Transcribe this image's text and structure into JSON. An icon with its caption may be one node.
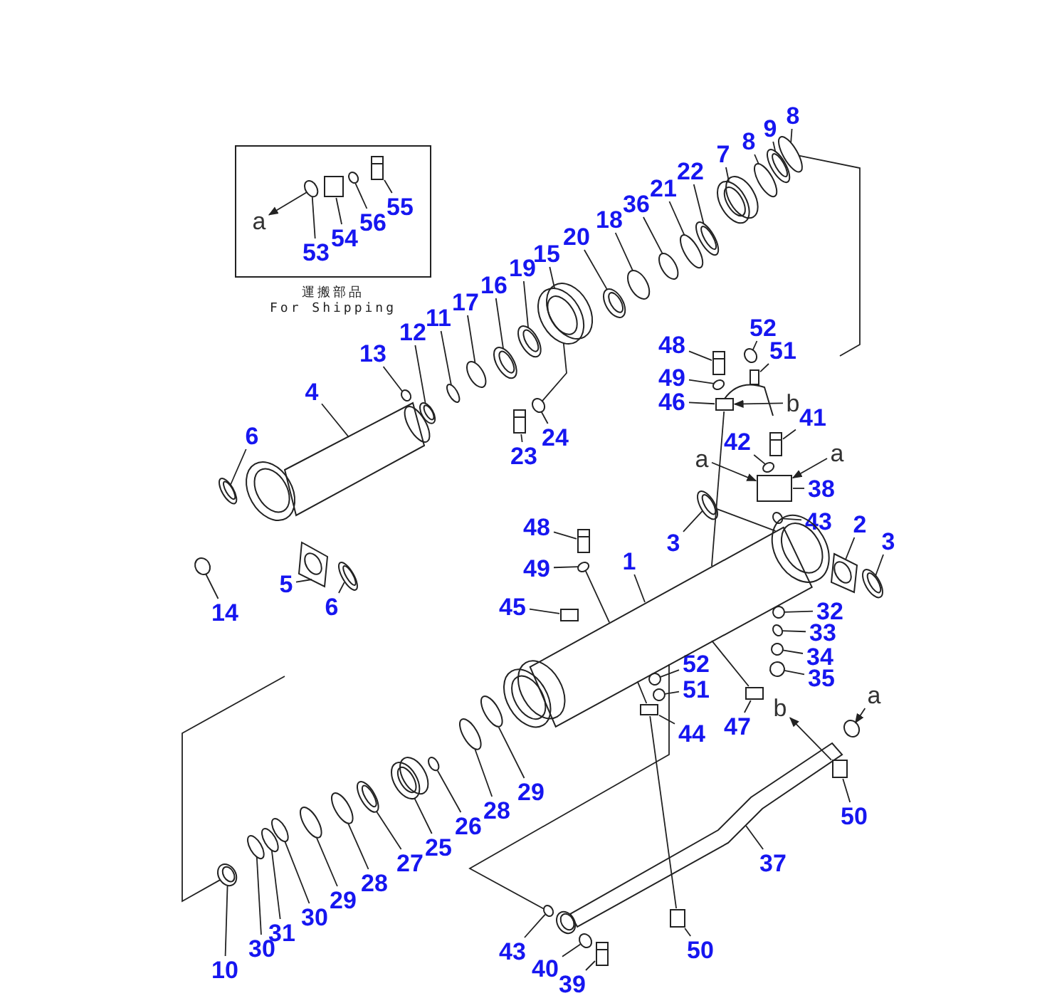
{
  "diagram": {
    "nodes": [
      {
        "text": [
          "運搬部品",
          "For Shipping"
        ]
      },
      {
        "text": [
          "a"
        ],
        "in": 0
      },
      {
        "text": [
          "53"
        ],
        "in": 0
      },
      {
        "text": [
          "54"
        ],
        "in": 0
      },
      {
        "text": [
          "56"
        ],
        "in": 0
      },
      {
        "text": [
          "55"
        ],
        "in": 0
      },
      {
        "text": [
          "8"
        ]
      },
      {
        "text": [
          "9"
        ]
      },
      {
        "text": [
          "8"
        ]
      },
      {
        "text": [
          "7"
        ]
      },
      {
        "text": [
          "22"
        ]
      },
      {
        "text": [
          "21"
        ]
      },
      {
        "text": [
          "36"
        ]
      },
      {
        "text": [
          "18"
        ]
      },
      {
        "text": [
          "20"
        ]
      },
      {
        "text": [
          "15"
        ]
      },
      {
        "text": [
          "19"
        ]
      },
      {
        "text": [
          "16"
        ]
      },
      {
        "text": [
          "17"
        ]
      },
      {
        "text": [
          "11"
        ]
      },
      {
        "text": [
          "12"
        ]
      },
      {
        "text": [
          "13"
        ]
      },
      {
        "text": [
          "4"
        ]
      },
      {
        "text": [
          "6"
        ]
      },
      {
        "text": [
          "14"
        ]
      },
      {
        "text": [
          "5"
        ]
      },
      {
        "text": [
          "6"
        ]
      },
      {
        "text": [
          "23"
        ]
      },
      {
        "text": [
          "24"
        ]
      },
      {
        "text": [
          "48"
        ]
      },
      {
        "text": [
          "52"
        ]
      },
      {
        "text": [
          "49"
        ]
      },
      {
        "text": [
          "51"
        ]
      },
      {
        "text": [
          "46"
        ]
      },
      {
        "text": [
          "b"
        ]
      },
      {
        "text": [
          "41"
        ]
      },
      {
        "text": [
          "42"
        ]
      },
      {
        "text": [
          "a"
        ]
      },
      {
        "text": [
          "a"
        ]
      },
      {
        "text": [
          "38"
        ]
      },
      {
        "text": [
          "43"
        ]
      },
      {
        "text": [
          "3"
        ]
      },
      {
        "text": [
          "2"
        ]
      },
      {
        "text": [
          "3"
        ]
      },
      {
        "text": [
          "48"
        ]
      },
      {
        "text": [
          "49"
        ]
      },
      {
        "text": [
          "1"
        ]
      },
      {
        "text": [
          "45"
        ]
      },
      {
        "text": [
          "32"
        ]
      },
      {
        "text": [
          "33"
        ]
      },
      {
        "text": [
          "34"
        ]
      },
      {
        "text": [
          "35"
        ]
      },
      {
        "text": [
          "52"
        ]
      },
      {
        "text": [
          "51"
        ]
      },
      {
        "text": [
          "44"
        ]
      },
      {
        "text": [
          "47"
        ]
      },
      {
        "text": [
          "b"
        ]
      },
      {
        "text": [
          "a"
        ]
      },
      {
        "text": [
          "50"
        ]
      },
      {
        "text": [
          "37"
        ]
      },
      {
        "text": [
          "50"
        ]
      },
      {
        "text": [
          "43"
        ]
      },
      {
        "text": [
          "40"
        ]
      },
      {
        "text": [
          "39"
        ]
      },
      {
        "text": [
          "29"
        ]
      },
      {
        "text": [
          "28"
        ]
      },
      {
        "text": [
          "26"
        ]
      },
      {
        "text": [
          "25"
        ]
      },
      {
        "text": [
          "27"
        ]
      },
      {
        "text": [
          "28"
        ]
      },
      {
        "text": [
          "29"
        ]
      },
      {
        "text": [
          "30"
        ]
      },
      {
        "text": [
          "31"
        ]
      },
      {
        "text": [
          "30"
        ]
      },
      {
        "text": [
          "10"
        ]
      },
      {
        "text": [],
        "shape": "ring",
        "in": 0
      },
      {
        "text": [],
        "shape": "box",
        "in": 0
      },
      {
        "text": [],
        "shape": "ring",
        "in": 0
      },
      {
        "text": [],
        "shape": "bolt",
        "in": 0
      },
      {
        "text": [],
        "shape": "ring"
      },
      {
        "text": [],
        "shape": "ring"
      },
      {
        "text": [],
        "shape": "ring"
      },
      {
        "text": [],
        "shape": "ring"
      },
      {
        "text": [],
        "shape": "ring"
      },
      {
        "text": [],
        "shape": "ring"
      },
      {
        "text": [],
        "shape": "ring"
      },
      {
        "text": [],
        "shape": "ring"
      },
      {
        "text": [],
        "shape": "ring"
      },
      {
        "text": [],
        "shape": "ring"
      },
      {
        "text": [],
        "shape": "ring"
      },
      {
        "text": [],
        "shape": "ring"
      },
      {
        "text": [],
        "shape": "ring"
      },
      {
        "text": [],
        "shape": "ring"
      },
      {
        "text": [],
        "shape": "ring"
      },
      {
        "text": [],
        "shape": "ring"
      },
      {
        "text": [],
        "shape": "rod"
      },
      {
        "text": [],
        "shape": "ring"
      },
      {
        "text": [],
        "shape": "ring"
      },
      {
        "text": [],
        "shape": "bushing"
      },
      {
        "text": [],
        "shape": "ring"
      },
      {
        "text": [],
        "shape": "bolt"
      },
      {
        "text": [],
        "shape": "ring"
      },
      {
        "text": [],
        "shape": "bolt"
      },
      {
        "text": [],
        "shape": "ring"
      },
      {
        "text": [],
        "shape": "ring"
      },
      {
        "text": [],
        "shape": "box"
      },
      {
        "text": [],
        "shape": "bracket"
      },
      {
        "text": [],
        "shape": "bolt"
      },
      {
        "text": [],
        "shape": "ring"
      },
      {
        "text": [],
        "shape": "box"
      },
      {
        "text": [],
        "shape": "ring"
      },
      {
        "text": [],
        "shape": "ring"
      },
      {
        "text": [],
        "shape": "bushing"
      },
      {
        "text": [],
        "shape": "ring"
      },
      {
        "text": [],
        "shape": "bolt"
      },
      {
        "text": [],
        "shape": "ring"
      },
      {
        "text": [],
        "shape": "tube"
      },
      {
        "text": [],
        "shape": "box"
      },
      {
        "text": [],
        "shape": "ring"
      },
      {
        "text": [],
        "shape": "ring"
      },
      {
        "text": [],
        "shape": "ring"
      },
      {
        "text": [],
        "shape": "ring"
      },
      {
        "text": [],
        "shape": "ring"
      },
      {
        "text": [],
        "shape": "ring"
      },
      {
        "text": [],
        "shape": "box"
      },
      {
        "text": [],
        "shape": "box"
      },
      {
        "text": [],
        "shape": "ring"
      },
      {
        "text": [],
        "shape": "box"
      },
      {
        "text": [],
        "shape": "pipe"
      },
      {
        "text": [],
        "shape": "box"
      },
      {
        "text": [],
        "shape": "ring"
      },
      {
        "text": [],
        "shape": "ring"
      },
      {
        "text": [],
        "shape": "bolt"
      },
      {
        "text": [],
        "shape": "ring"
      },
      {
        "text": [],
        "shape": "ring"
      },
      {
        "text": [],
        "shape": "ring"
      },
      {
        "text": [],
        "shape": "ring"
      },
      {
        "text": [],
        "shape": "ring"
      },
      {
        "text": [],
        "shape": "ring"
      },
      {
        "text": [],
        "shape": "ring"
      },
      {
        "text": [],
        "shape": "ring"
      },
      {
        "text": [],
        "shape": "ring"
      },
      {
        "text": [],
        "shape": "ring"
      },
      {
        "text": [],
        "shape": "ring"
      }
    ],
    "edges": [
      {
        "from": 75,
        "to": 1,
        "arrow": "to"
      },
      {
        "from": 2,
        "to": 75,
        "arrow": "none"
      },
      {
        "from": 3,
        "to": 76,
        "arrow": "none"
      },
      {
        "from": 4,
        "to": 77,
        "arrow": "none"
      },
      {
        "from": 5,
        "to": 78,
        "arrow": "none"
      },
      {
        "from": 6,
        "to": 79,
        "arrow": "none"
      },
      {
        "from": 7,
        "to": 80,
        "arrow": "none"
      },
      {
        "from": 8,
        "to": 81,
        "arrow": "none"
      },
      {
        "from": 9,
        "to": 82,
        "arrow": "none"
      },
      {
        "from": 10,
        "to": 83,
        "arrow": "none"
      },
      {
        "from": 11,
        "to": 84,
        "arrow": "none"
      },
      {
        "from": 12,
        "to": 85,
        "arrow": "none"
      },
      {
        "from": 13,
        "to": 86,
        "arrow": "none"
      },
      {
        "from": 14,
        "to": 87,
        "arrow": "none"
      },
      {
        "from": 15,
        "to": 88,
        "arrow": "none"
      },
      {
        "from": 16,
        "to": 89,
        "arrow": "none"
      },
      {
        "from": 17,
        "to": 90,
        "arrow": "none"
      },
      {
        "from": 18,
        "to": 91,
        "arrow": "none"
      },
      {
        "from": 19,
        "to": 92,
        "arrow": "none"
      },
      {
        "from": 20,
        "to": 93,
        "arrow": "none"
      },
      {
        "from": 21,
        "to": 94,
        "arrow": "none"
      },
      {
        "from": 22,
        "to": 95,
        "arrow": "none"
      },
      {
        "from": 23,
        "to": 96,
        "arrow": "none"
      },
      {
        "from": 24,
        "to": 97,
        "arrow": "none"
      },
      {
        "from": 25,
        "to": 98,
        "arrow": "none"
      },
      {
        "from": 26,
        "to": 99,
        "arrow": "none"
      },
      {
        "from": 27,
        "to": 100,
        "arrow": "none"
      },
      {
        "from": 28,
        "to": 101,
        "arrow": "none"
      },
      {
        "from": 29,
        "to": 102,
        "arrow": "none"
      },
      {
        "from": 30,
        "to": 103,
        "arrow": "none"
      },
      {
        "from": 31,
        "to": 104,
        "arrow": "none"
      },
      {
        "from": 32,
        "to": 105,
        "arrow": "none"
      },
      {
        "from": 33,
        "to": 106,
        "arrow": "none"
      },
      {
        "from": 34,
        "to": 106,
        "arrow": "to"
      },
      {
        "from": 35,
        "to": 107,
        "arrow": "none"
      },
      {
        "from": 36,
        "to": 108,
        "arrow": "none"
      },
      {
        "from": 37,
        "to": 109,
        "arrow": "to"
      },
      {
        "from": 38,
        "to": 109,
        "arrow": "to"
      },
      {
        "from": 39,
        "to": 109,
        "arrow": "none"
      },
      {
        "from": 40,
        "to": 110,
        "arrow": "none"
      },
      {
        "from": 41,
        "to": 111,
        "arrow": "none"
      },
      {
        "from": 42,
        "to": 112,
        "arrow": "none"
      },
      {
        "from": 43,
        "to": 113,
        "arrow": "none"
      },
      {
        "from": 44,
        "to": 114,
        "arrow": "none"
      },
      {
        "from": 45,
        "to": 115,
        "arrow": "none"
      },
      {
        "from": 46,
        "to": 116,
        "arrow": "none"
      },
      {
        "from": 47,
        "to": 117,
        "arrow": "none"
      },
      {
        "from": 48,
        "to": 118,
        "arrow": "none"
      },
      {
        "from": 49,
        "to": 119,
        "arrow": "none"
      },
      {
        "from": 50,
        "to": 120,
        "arrow": "none"
      },
      {
        "from": 51,
        "to": 121,
        "arrow": "none"
      },
      {
        "from": 52,
        "to": 122,
        "arrow": "none"
      },
      {
        "from": 53,
        "to": 123,
        "arrow": "none"
      },
      {
        "from": 54,
        "to": 124,
        "arrow": "none"
      },
      {
        "from": 55,
        "to": 125,
        "arrow": "none"
      },
      {
        "from": 127,
        "to": 56,
        "arrow": "to"
      },
      {
        "from": 57,
        "to": 126,
        "arrow": "to"
      },
      {
        "from": 58,
        "to": 127,
        "arrow": "none"
      },
      {
        "from": 59,
        "to": 128,
        "arrow": "none"
      },
      {
        "from": 60,
        "to": 129,
        "arrow": "none"
      },
      {
        "from": 61,
        "to": 130,
        "arrow": "none"
      },
      {
        "from": 62,
        "to": 131,
        "arrow": "none"
      },
      {
        "from": 63,
        "to": 132,
        "arrow": "none"
      },
      {
        "from": 64,
        "to": 133,
        "arrow": "none"
      },
      {
        "from": 65,
        "to": 134,
        "arrow": "none"
      },
      {
        "from": 66,
        "to": 135,
        "arrow": "none"
      },
      {
        "from": 67,
        "to": 136,
        "arrow": "none"
      },
      {
        "from": 68,
        "to": 137,
        "arrow": "none"
      },
      {
        "from": 69,
        "to": 138,
        "arrow": "none"
      },
      {
        "from": 70,
        "to": 139,
        "arrow": "none"
      },
      {
        "from": 71,
        "to": 140,
        "arrow": "none"
      },
      {
        "from": 72,
        "to": 141,
        "arrow": "none"
      },
      {
        "from": 73,
        "to": 142,
        "arrow": "none"
      },
      {
        "from": 74,
        "to": 143,
        "arrow": "none"
      },
      {
        "from": 88,
        "to": 101,
        "arrow": "none"
      },
      {
        "from": 111,
        "to": 116,
        "arrow": "none"
      },
      {
        "from": 106,
        "to": 116,
        "arrow": "none"
      },
      {
        "from": 115,
        "to": 116,
        "arrow": "none"
      },
      {
        "from": 124,
        "to": 129,
        "arrow": "none"
      },
      {
        "from": 130,
        "to": 116,
        "arrow": "none"
      },
      {
        "from": 79,
        "to": null,
        "arrow": "none"
      },
      {
        "from": null,
        "to": 143,
        "arrow": "none"
      },
      {
        "from": 116,
        "to": 125,
        "arrow": "none"
      },
      {
        "from": 116,
        "to": 124,
        "arrow": "none"
      }
    ]
  }
}
